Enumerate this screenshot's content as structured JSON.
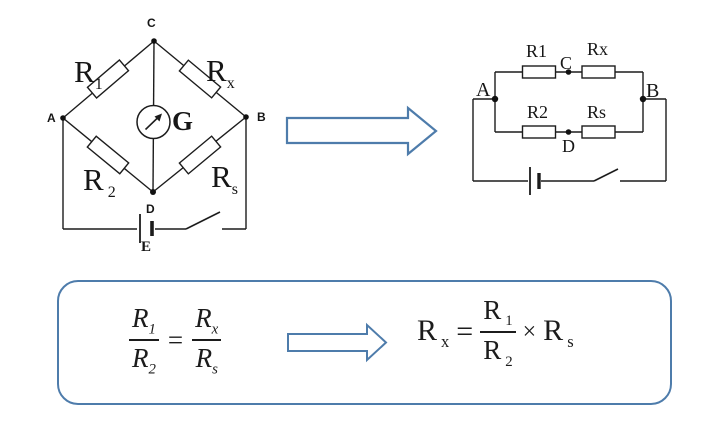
{
  "colors": {
    "accent_blue": "#4e7cab",
    "ink": "#1c1c1c"
  },
  "left_circuit": {
    "node_a": "A",
    "node_b": "B",
    "node_c": "C",
    "node_d": "D",
    "node_e": "E",
    "galvanometer": "G",
    "r1_base": "R",
    "r1_sub": "1",
    "rx_base": "R",
    "rx_sub": "x",
    "r2_base": "R",
    "r2_sub": "2",
    "rs_base": "R",
    "rs_sub": "s"
  },
  "right_circuit": {
    "node_a": "A",
    "node_b": "B",
    "node_c": "C",
    "node_d": "D",
    "r1": "R1",
    "rx": "Rx",
    "r2": "R2",
    "rs": "Rs"
  },
  "formula_box": {
    "left_equation": {
      "num1_base": "R",
      "num1_sub": "1",
      "den1_base": "R",
      "den1_sub": "2",
      "equals": "=",
      "num2_base": "R",
      "num2_sub": "x",
      "den2_base": "R",
      "den2_sub": "s"
    },
    "right_equation": {
      "lhs_base": "R",
      "lhs_sub": "x",
      "equals": "=",
      "num_base": "R",
      "num_sub": "1",
      "den_base": "R",
      "den_sub": "2",
      "times": "×",
      "rhs_base": "R",
      "rhs_sub": "s"
    }
  }
}
